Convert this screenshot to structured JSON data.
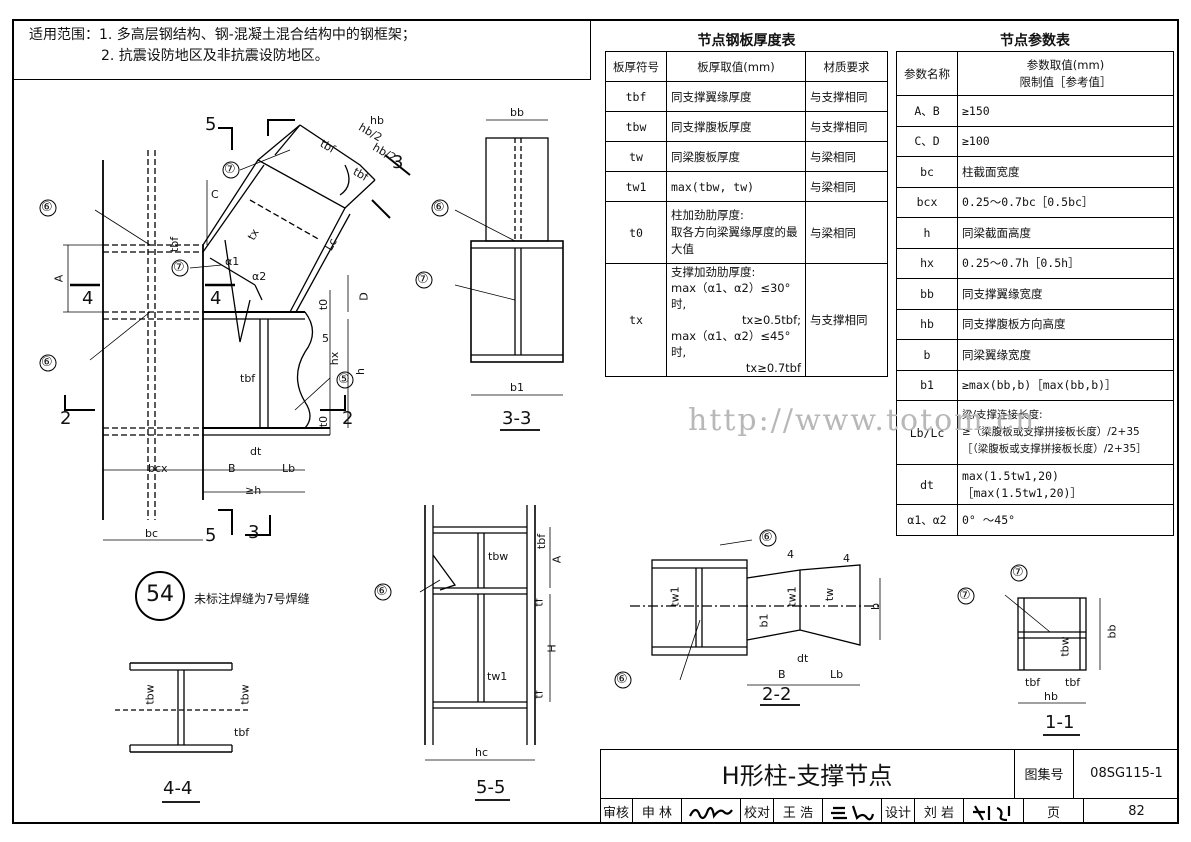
{
  "scope": {
    "line1": "适用范围：1. 多高层钢结构、钢-混凝土混合结构中的钢框架；",
    "line2": "2. 抗震设防地区及非抗震设防地区。"
  },
  "plate_table": {
    "title": "节点钢板厚度表",
    "headers": [
      "板厚符号",
      "板厚取值(mm)",
      "材质要求"
    ],
    "rows": [
      [
        "tbf",
        "同支撑翼缘厚度",
        "与支撑相同"
      ],
      [
        "tbw",
        "同支撑腹板厚度",
        "与支撑相同"
      ],
      [
        "tw",
        "同梁腹板厚度",
        "与梁相同"
      ],
      [
        "tw1",
        "max(tbw, tw)",
        "与梁相同"
      ],
      [
        "t0",
        "柱加劲肋厚度:",
        "取各方向梁翼缘厚度的最大值",
        "与梁相同"
      ],
      [
        "tx",
        "支撑加劲肋厚度:",
        "max（α1、α2）≤30° 时,",
        "tx≥0.5tbf;",
        "max（α1、α2）≤45° 时,",
        "tx≥0.7tbf",
        "与支撑相同"
      ]
    ]
  },
  "param_table": {
    "title": "节点参数表",
    "header_name": "参数名称",
    "header_value1": "参数取值(mm)",
    "header_value2": "限制值［参考值］",
    "rows": [
      [
        "A、B",
        "≥150"
      ],
      [
        "C、D",
        "≥100"
      ],
      [
        "bc",
        "柱截面宽度"
      ],
      [
        "bcx",
        "0.25～0.7bc［0.5bc］"
      ],
      [
        "h",
        "同梁截面高度"
      ],
      [
        "hx",
        "0.25～0.7h［0.5h］"
      ],
      [
        "bb",
        "同支撑翼缘宽度"
      ],
      [
        "hb",
        "同支撑腹板方向高度"
      ],
      [
        "b",
        "同梁翼缘宽度"
      ],
      [
        "b1",
        "≥max(bb,b)［max(bb,b)］"
      ],
      [
        "Lb/Lc",
        "梁/支撑连接长度:",
        "≥（梁腹板或支撑拼接板长度）/2+35",
        "［（梁腹板或支撑拼接板长度）/2+35］"
      ],
      [
        "dt",
        "max(1.5tw1,20)",
        "［max(1.5tw1,20)］"
      ],
      [
        "α1、α2",
        "0° ～45°"
      ]
    ]
  },
  "note": {
    "circle": "54",
    "text": "未标注焊缝为7号焊缝"
  },
  "labels": {
    "hb": "hb",
    "hb2a": "hb/2",
    "hb2b": "hb/2",
    "tbf": "tbf",
    "tx": "tx",
    "Lc": "Lc",
    "C": "C",
    "A": "A",
    "D": "D",
    "a1": "α1",
    "a2": "α2",
    "t0a": "t0",
    "t0b": "t0",
    "hx": "hx",
    "h": "h",
    "tbf2": "tbf",
    "dt": "dt",
    "bcx": "bcx",
    "B": "B",
    "Lb": "Lb",
    "geh": "≥h",
    "bc": "bc",
    "ytbf": "tbf",
    "s5": "5",
    "s3": "3",
    "s4a": "4",
    "s4b": "4",
    "s2a": "2",
    "s2b": "2",
    "s5b": "5",
    "s3b": "3",
    "s5c": "5",
    "w6": "⑥",
    "w7": "⑦",
    "w5": "⑤",
    "bb33": "bb",
    "b133": "b1",
    "cap33": "3-3",
    "tbw55": "tbw",
    "A55": "A",
    "tbf55": "tbf",
    "tf55a": "tf",
    "H55": "H",
    "tw155": "tw1",
    "tf55b": "tf",
    "hc55": "hc",
    "cap55": "5-5",
    "tbw44a": "tbw",
    "tbw44b": "tbw",
    "tbf44": "tbf",
    "cap44": "4-4",
    "tw122": "tw1",
    "tw122b": "tw1",
    "b122": "b1",
    "tw22": "tw",
    "b22": "b",
    "dt22": "dt",
    "B22": "B",
    "Lb22": "Lb",
    "f4a": "4",
    "f4b": "4",
    "cap22": "2-2",
    "bb11": "bb",
    "tbw11": "tbw",
    "tbf11a": "tbf",
    "tbf11b": "tbf",
    "hb11": "hb",
    "cap11": "1-1"
  },
  "title_block": {
    "title": "H形柱-支撑节点",
    "atlas_label": "图集号",
    "atlas_no": "08SG115-1",
    "review_label": "审核",
    "reviewer": "申 林",
    "check_label": "校对",
    "checker": "王 浩",
    "design_label": "设计",
    "designer": "刘 岩",
    "page_label": "页",
    "page_no": "82"
  },
  "watermark": "http://www.totom.cn"
}
